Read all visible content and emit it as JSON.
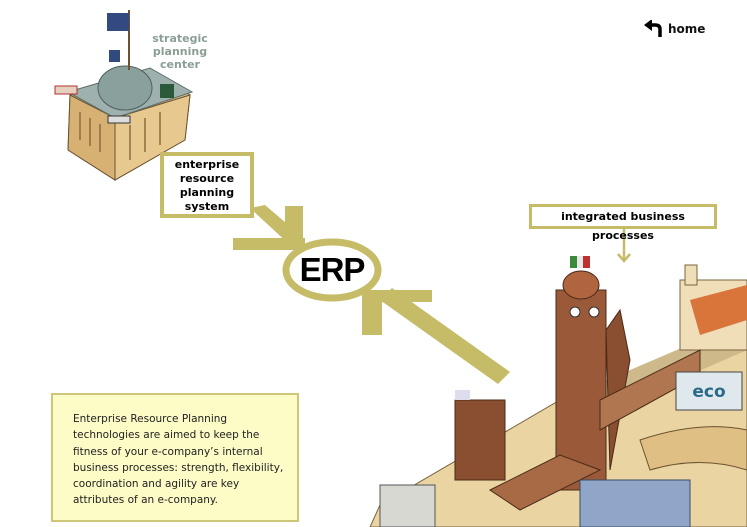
{
  "nav": {
    "home_label": "home",
    "home_icon": "back-arrow-icon"
  },
  "strategic_center": {
    "label_lines": [
      "strategic",
      "planning",
      "center"
    ]
  },
  "erp_system_box": {
    "lines": [
      "enterprise",
      "resource",
      "planning",
      "system"
    ]
  },
  "erp_label": "ERP",
  "integrated_box": {
    "label": "integrated business processes"
  },
  "description": {
    "lines": [
      "Enterprise Resource Planning",
      "technologies are aimed to keep the",
      "fitness of your e-company’s internal",
      "business processes: strength, flexibility,",
      "coordination and agility are key",
      "attributes of an e-company."
    ]
  },
  "city": {
    "billboard_text": "eco"
  },
  "colors": {
    "accent_olive": "#c6bb67",
    "note_background": "#fdfbc6",
    "center_label": "#8a9e94"
  }
}
